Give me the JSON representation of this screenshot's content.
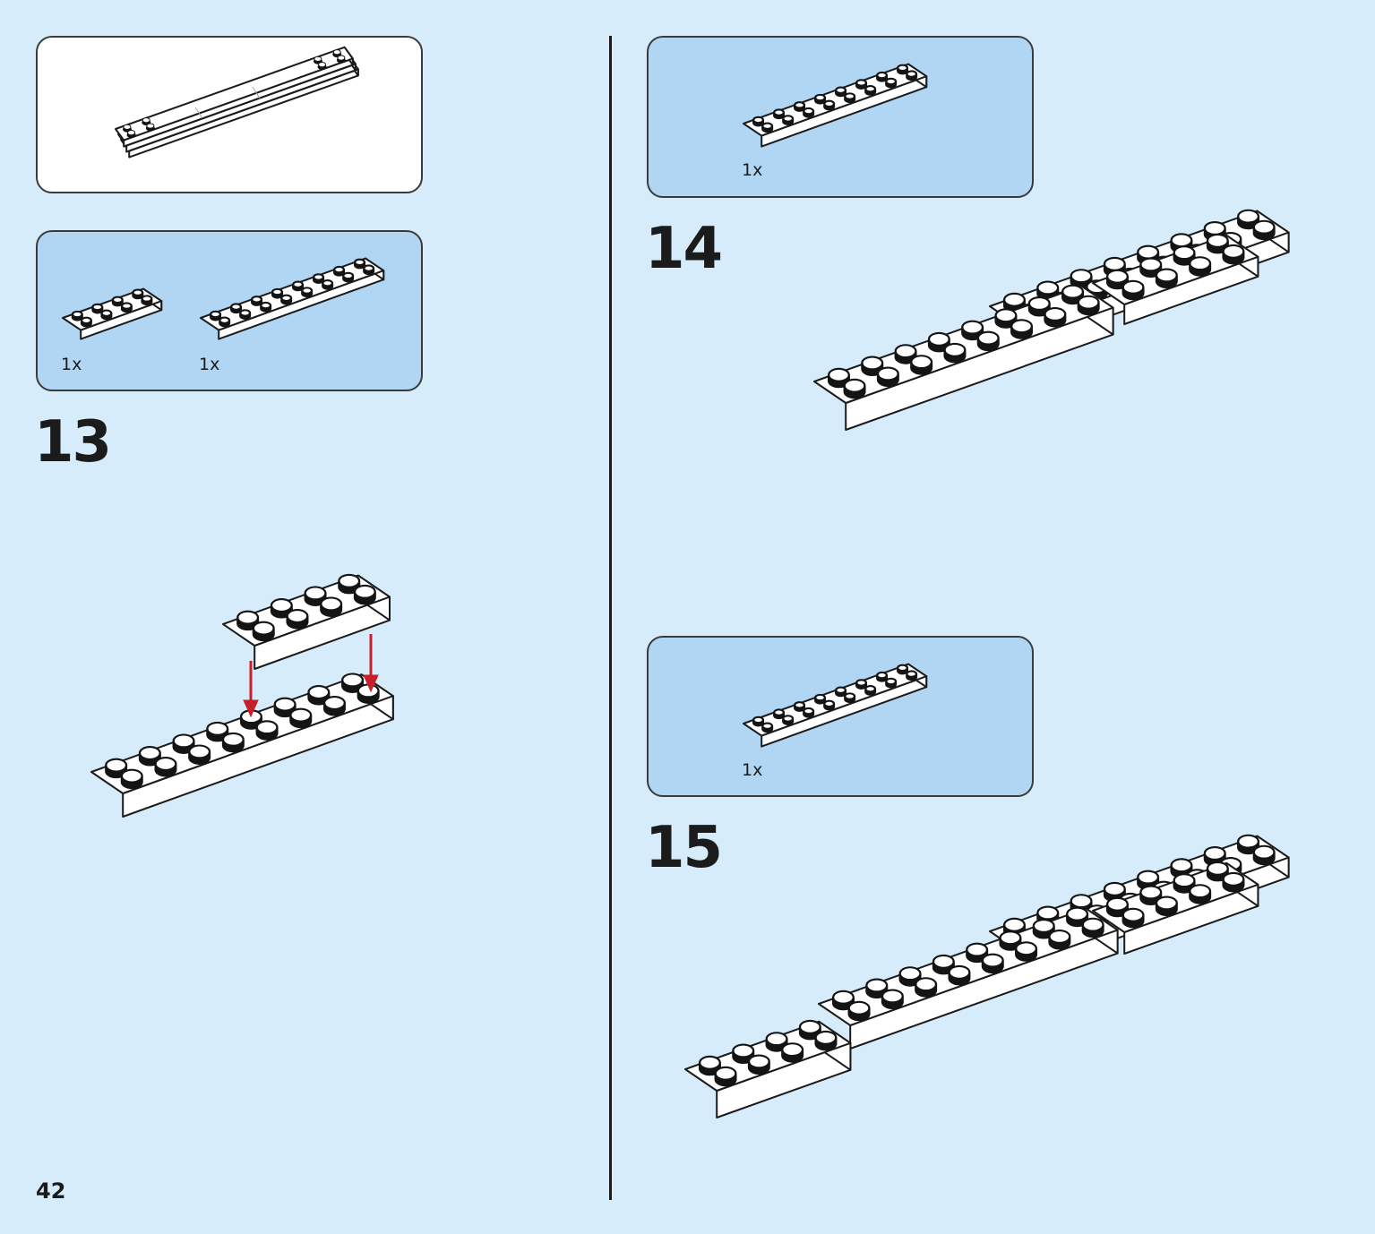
{
  "page": {
    "number": "42"
  },
  "model_preview": {
    "icon": "assembled-plate-stack"
  },
  "steps": [
    {
      "id": "13",
      "label": "13",
      "parts": [
        {
          "qty": "1x",
          "part": "plate-2x4"
        },
        {
          "qty": "1x",
          "part": "plate-2x8"
        }
      ],
      "arrow_color": "#c8202a"
    },
    {
      "id": "14",
      "label": "14",
      "parts": [
        {
          "qty": "1x",
          "part": "plate-2x8"
        }
      ]
    },
    {
      "id": "15",
      "label": "15",
      "parts": [
        {
          "qty": "1x",
          "part": "plate-2x8"
        }
      ]
    }
  ],
  "colors": {
    "background": "#d6ecfb",
    "parts_panel": "#b0d6f3",
    "arrow": "#c8202a"
  }
}
